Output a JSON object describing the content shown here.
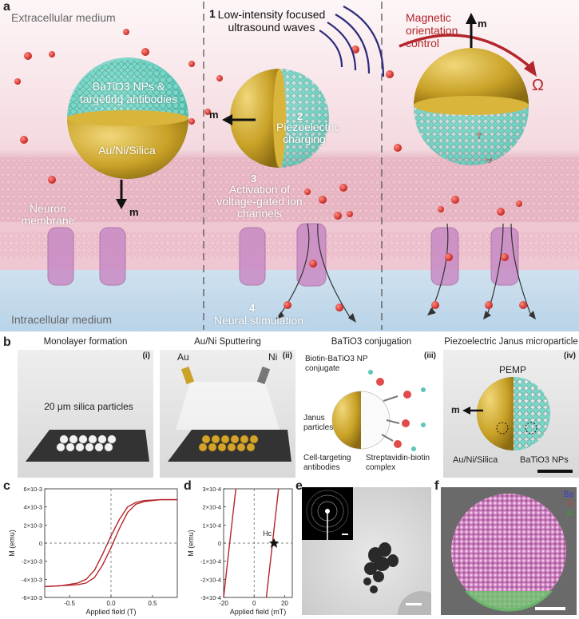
{
  "panel_a": {
    "letter": "a",
    "extracellular": "Extracellular medium",
    "intracellular": "Intracellular medium",
    "step1_num": "1",
    "step1": "Low-intensity focused ultrasound waves",
    "step2_num": "2",
    "step2": "Piezoelectric charging",
    "step3_num": "3",
    "step3": "Activation of voltage-gated ion channels",
    "step4_num": "4",
    "step4": "Neural stimulation",
    "batio3_label": "BaTiO3 NPs & targeting antibodies",
    "shell_label": "Au/Ni/Silica",
    "neuron_label": "Neuron membrane",
    "magnetic_label": "Magnetic orientation control",
    "m_symbol": "m",
    "omega": "Ω"
  },
  "panel_b": {
    "letter": "b",
    "titles": [
      "Monolayer formation",
      "Au/Ni Sputtering",
      "BaTiO3 conjugation",
      "Piezoelectric Janus microparticle"
    ],
    "romans": [
      "(i)",
      "(ii)",
      "(iii)",
      "(iv)"
    ],
    "silica_label": "20 μm silica particles",
    "au": "Au",
    "ni": "Ni",
    "biotin_label": "Biotin-BaTiO3 NP conjugate",
    "janus_label": "Janus particles",
    "antibodies_label": "Cell-targeting antibodies",
    "strep_label": "Streptavidin-biotin complex",
    "pemp": "PEMP",
    "shell_label": "Au/Ni/Silica",
    "batio3_nps": "BaTiO3 NPs",
    "m_symbol": "m"
  },
  "panel_c": {
    "letter": "c",
    "ylabel": "M (emu)",
    "xlabel": "Applied field (T)",
    "yticks": [
      "6×10-3",
      "4×10-3",
      "2×10-3",
      "0",
      "-2×10-3",
      "-4×10-3",
      "-6×10-3"
    ],
    "xticks": [
      "-0.5",
      "0.0",
      "0.5"
    ]
  },
  "panel_d": {
    "letter": "d",
    "ylabel": "M (emu)",
    "xlabel": "Applied field (mT)",
    "yticks": [
      "3×10-4",
      "2×10-4",
      "1×10-4",
      "0",
      "-1×10-4",
      "-2×10-4",
      "-3×10-4"
    ],
    "xticks": [
      "-20",
      "0",
      "20"
    ],
    "hc_label": "Hc"
  },
  "panel_e": {
    "letter": "e"
  },
  "panel_f": {
    "letter": "f",
    "legend": [
      {
        "label": "Ba",
        "color": "#3a3ad0"
      },
      {
        "label": "Ti",
        "color": "#d03a3a"
      },
      {
        "label": "Si",
        "color": "#3aa03a"
      }
    ]
  },
  "colors": {
    "gold": "#c9a227",
    "teal": "#5cc6b6",
    "trace": "#b3262b",
    "membrane": "#e7b6c4"
  },
  "chart_data": [
    {
      "type": "line",
      "title": "",
      "xlabel": "Applied field (T)",
      "ylabel": "M (emu)",
      "xlim": [
        -0.8,
        0.8
      ],
      "ylim": [
        -0.006,
        0.006
      ],
      "series": [
        {
          "x": [
            -0.8,
            -0.6,
            -0.4,
            -0.3,
            -0.2,
            -0.1,
            0.0,
            0.1,
            0.2,
            0.3,
            0.4,
            0.6,
            0.8
          ],
          "y": [
            -0.0048,
            -0.0047,
            -0.0044,
            -0.004,
            -0.003,
            -0.0012,
            0.0008,
            0.0026,
            0.004,
            0.0045,
            0.0047,
            0.0048,
            0.0048
          ]
        },
        {
          "x": [
            0.8,
            0.6,
            0.4,
            0.3,
            0.2,
            0.1,
            0.0,
            -0.1,
            -0.2,
            -0.3,
            -0.4,
            -0.6,
            -0.8
          ],
          "y": [
            0.0048,
            0.0048,
            0.0046,
            0.0043,
            0.0034,
            0.0016,
            -0.0005,
            -0.0024,
            -0.0038,
            -0.0044,
            -0.0046,
            -0.0047,
            -0.0048
          ]
        }
      ]
    },
    {
      "type": "line",
      "title": "",
      "xlabel": "Applied field (mT)",
      "ylabel": "M (emu)",
      "xlim": [
        -20,
        25
      ],
      "ylim": [
        -0.0003,
        0.0003
      ],
      "series": [
        {
          "x": [
            -20,
            -16,
            -12
          ],
          "y": [
            -0.0003,
            0.0,
            0.0003
          ]
        },
        {
          "x": [
            8,
            12,
            16
          ],
          "y": [
            -0.0003,
            0.0,
            0.0003
          ]
        }
      ],
      "annotations": [
        {
          "label": "Hc",
          "x": 13,
          "y": 0
        }
      ]
    }
  ]
}
